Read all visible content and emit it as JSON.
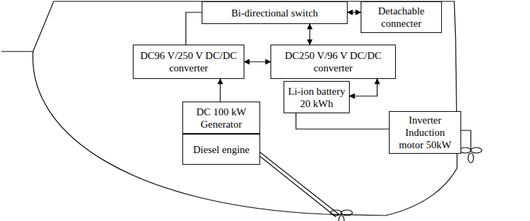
{
  "diagram": {
    "nodes": [
      {
        "text": [
          "Bi-directional switch"
        ]
      },
      {
        "text": [
          "Detachable connecter"
        ]
      },
      {
        "text": [
          "DC96 V/250 V DC/DC converter"
        ]
      },
      {
        "text": [
          "DC250 V/96 V DC/DC converter"
        ]
      },
      {
        "text": [
          "DC 100 kW Generator"
        ]
      },
      {
        "text": [
          "Diesel engine"
        ]
      },
      {
        "text": [
          "Li-ion battery 20 kWh"
        ]
      },
      {
        "text": [
          "Inverter Induction motor 50kW"
        ]
      }
    ],
    "edges": [
      {
        "from": 0,
        "to": 1,
        "arrow": "both"
      },
      {
        "from": 0,
        "to": 2,
        "arrow": "none"
      },
      {
        "from": 0,
        "to": 3,
        "arrow": "both"
      },
      {
        "from": 2,
        "to": 3,
        "arrow": "both"
      },
      {
        "from": 4,
        "to": 2,
        "arrow": "to"
      },
      {
        "from": 3,
        "to": 6,
        "arrow": "both"
      },
      {
        "from": 6,
        "to": 7,
        "arrow": "none"
      }
    ]
  }
}
